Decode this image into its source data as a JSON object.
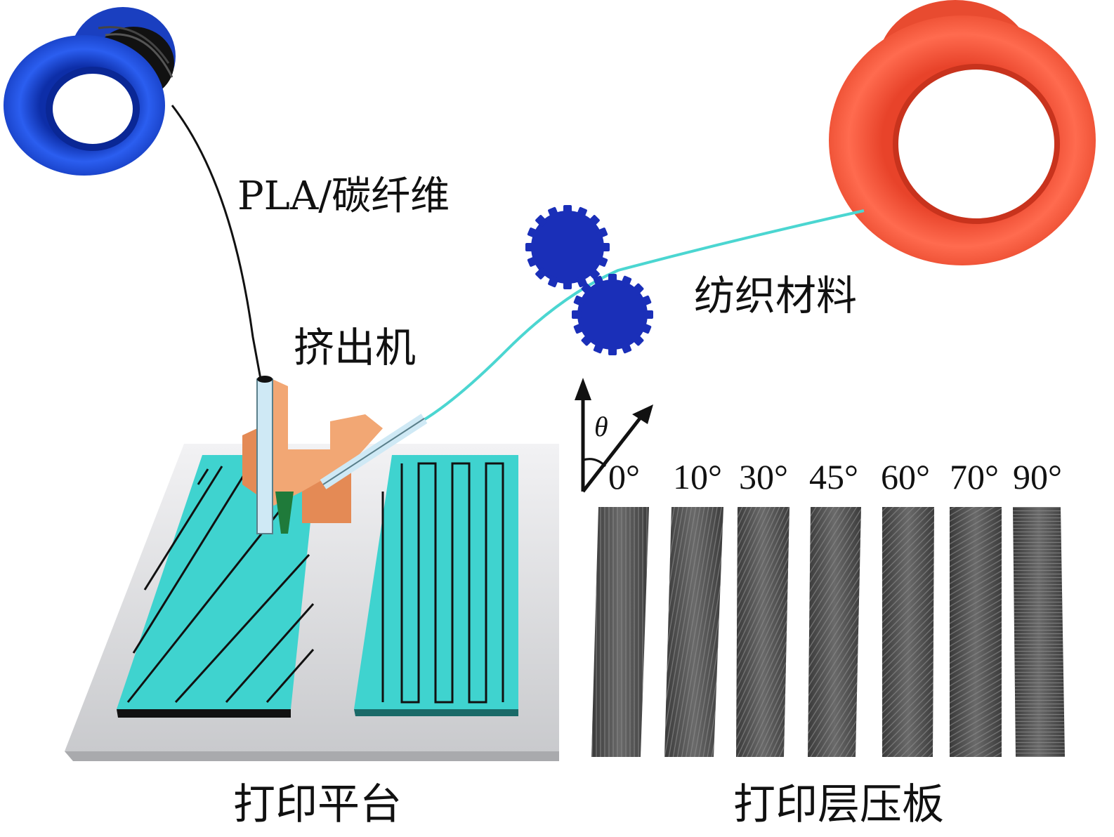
{
  "labels": {
    "pla_carbon": "PLA/碳纤维",
    "extruder": "挤出机",
    "textile": "纺织材料",
    "platform": "打印平台",
    "laminate": "打印层压板",
    "theta": "θ"
  },
  "angles": [
    "0°",
    "10°",
    "30°",
    "45°",
    "60°",
    "70°",
    "90°"
  ],
  "colors": {
    "blue_spool": "#1f4fd6",
    "red_spool": "#f05438",
    "green_fiber": "#1aa57e",
    "gear": "#1a2fb8",
    "teal_part": "#3fd3cf",
    "extruder": "#f2a774",
    "platform": "#d9dadc",
    "sample_gray": "#4a4a4a"
  }
}
